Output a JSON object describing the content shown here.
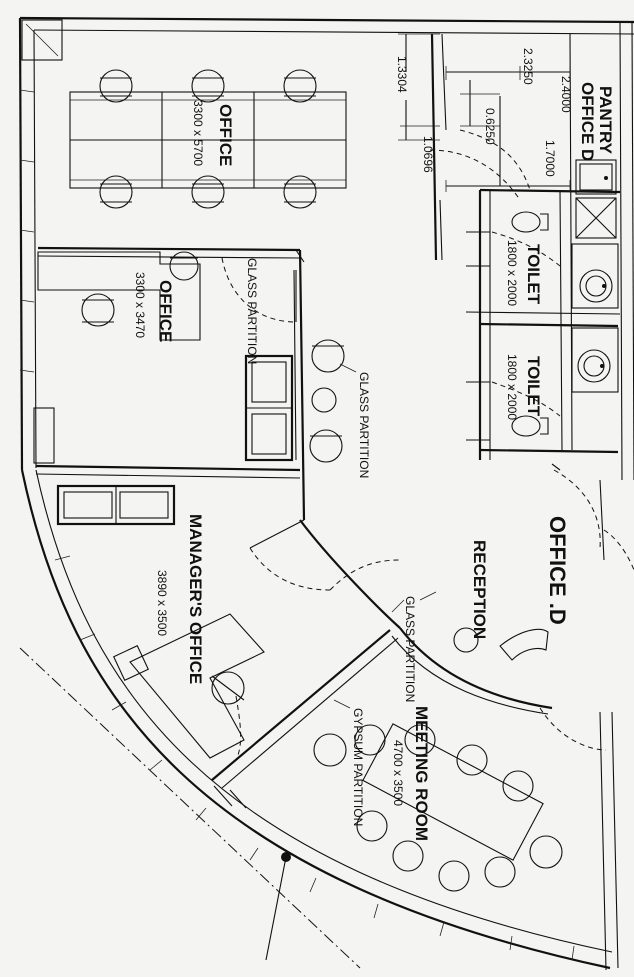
{
  "labels": {
    "office_d": "OFFICE .D",
    "reception": "RECEPTION",
    "pantry": "PANTRY",
    "pantry_sub": "OFFICE D",
    "office_top_name": "OFFICE",
    "office_top_size": "3300 x 5700",
    "office_mid_name": "OFFICE",
    "office_mid_size": "3300 x 3470",
    "manager_name": "MANAGER'S OFFICE",
    "manager_size": "3890 x 3500",
    "meeting_name": "MEETING ROOM",
    "meeting_size": "4700 x 3500",
    "toilet1_name": "TOILET",
    "toilet1_size": "1800 x 2000",
    "toilet2_name": "TOILET",
    "toilet2_size": "1800 x 2000",
    "glass_partition_1": "GLASS PARTITION",
    "glass_partition_2": "GLASS PARTITION",
    "glass_partition_3": "GLASS PARTITION",
    "gypsum_partition": "GYPSUM PARTITION"
  },
  "dimensions": {
    "d1": "1.3304",
    "d2": "2.3250",
    "d3": "2.4000",
    "d4": "0.6250",
    "d5": "1.0696",
    "d6": "1.7000"
  }
}
